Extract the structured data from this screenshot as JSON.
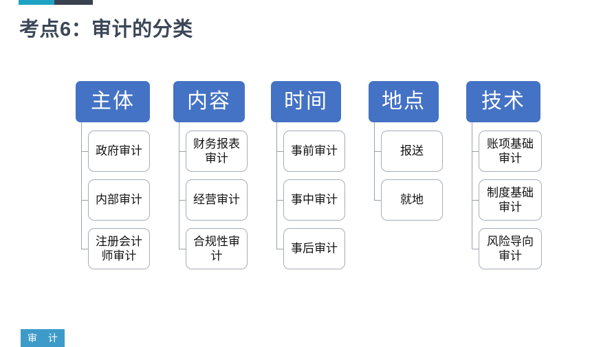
{
  "top_bar": {
    "segment_left_color": "#1fa3c4",
    "segment_right_color": "#3a4250"
  },
  "title": "考点6：审计的分类",
  "theme": {
    "header_blue": "#4472C4",
    "header_text": "#FFFFFF",
    "box_border": "#A6ADB6",
    "box_text": "#111111",
    "connector": "#9AA0AA",
    "title_color": "#3B4657",
    "badge_bg": "#3E9BC9",
    "background": "#FFFFFF"
  },
  "diagram": {
    "type": "tree",
    "columns": [
      {
        "header": "主体",
        "items": [
          "政府审计",
          "内部审计",
          "注册会计\n师审计"
        ]
      },
      {
        "header": "内容",
        "items": [
          "财务报表\n审计",
          "经营审计",
          "合规性审\n计"
        ]
      },
      {
        "header": "时间",
        "items": [
          "事前审计",
          "事中审计",
          "事后审计"
        ]
      },
      {
        "header": "地点",
        "items": [
          "报送",
          "就地"
        ]
      },
      {
        "header": "技术",
        "items": [
          "账项基础\n审计",
          "制度基础\n审计",
          "风险导向\n审计"
        ]
      }
    ]
  },
  "bottom_badge": {
    "label": "审 计"
  }
}
